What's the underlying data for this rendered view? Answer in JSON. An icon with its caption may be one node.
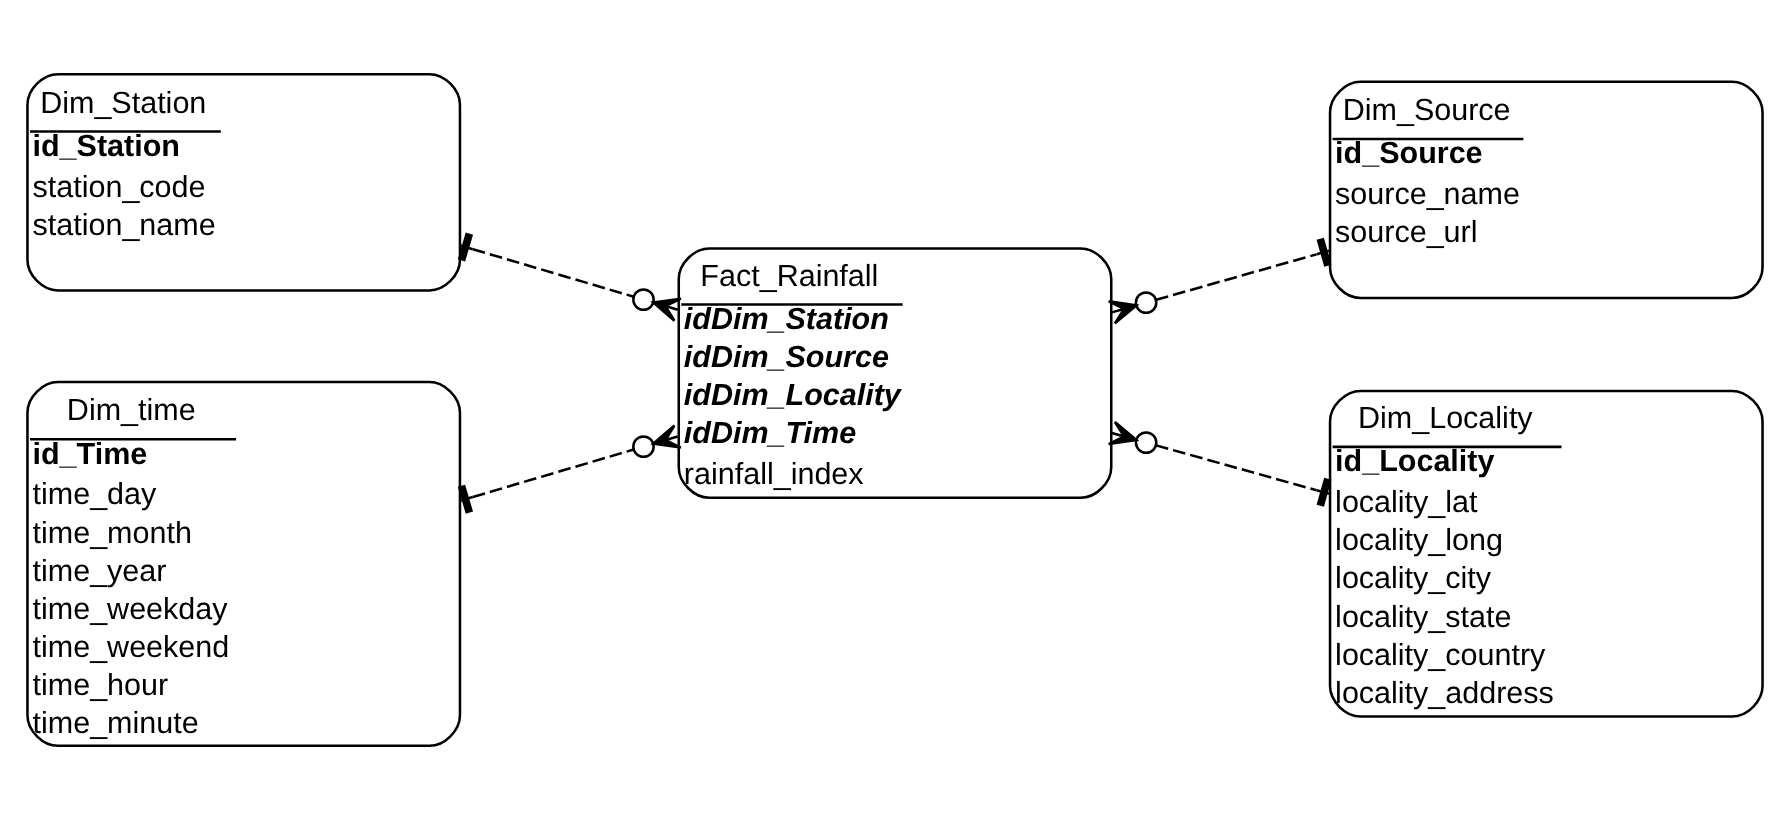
{
  "diagram": {
    "nodes": [
      {
        "text": [
          "Dim_Station",
          "id_Station",
          "station_code",
          "station_name"
        ]
      },
      {
        "text": [
          "Dim_Source",
          "id_Source",
          "source_name",
          "source_url"
        ]
      },
      {
        "text": [
          "Fact_Rainfall",
          "idDim_Station",
          "idDim_Source",
          "idDim_Locality",
          "idDim_Time",
          "rainfall_index"
        ]
      },
      {
        "text": [
          "Dim_time",
          "id_Time",
          "time_day",
          "time_month",
          "time_year",
          "time_weekday",
          "time_weekend",
          "time_hour",
          "time_minute"
        ]
      },
      {
        "text": [
          "Dim_Locality",
          "id_Locality",
          "locality_lat",
          "locality_long",
          "locality_city",
          "locality_state",
          "locality_country",
          "locality_address"
        ]
      }
    ],
    "edges": [
      {
        "from": 0,
        "to": 2,
        "arrow": "other",
        "style": "dashed"
      },
      {
        "from": 1,
        "to": 2,
        "arrow": "other",
        "style": "dashed"
      },
      {
        "from": 3,
        "to": 2,
        "arrow": "other",
        "style": "dashed"
      },
      {
        "from": 4,
        "to": 2,
        "arrow": "other",
        "style": "dashed"
      }
    ]
  }
}
